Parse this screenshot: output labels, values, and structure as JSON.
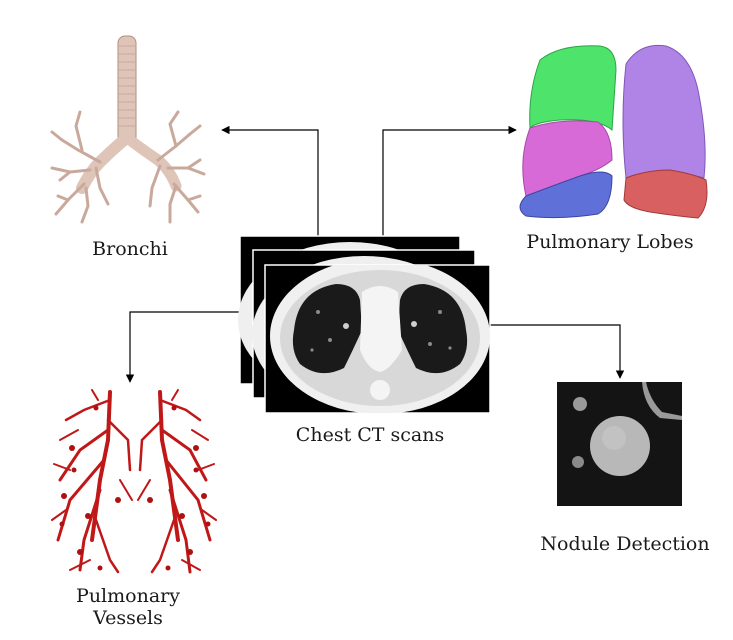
{
  "labels": {
    "bronchi": "Bronchi",
    "pulmonary_lobes": "Pulmonary Lobes",
    "chest_ct": "Chest CT scans",
    "nodule_detection": "Nodule Detection",
    "pulmonary_vessels_line1": "Pulmonary",
    "pulmonary_vessels_line2": "Vessels"
  },
  "colors": {
    "bronchi": "#dfc4b8",
    "bronchi_dark": "#b08f82",
    "lobe_green": "#4ee36a",
    "lobe_purple": "#b084e6",
    "lobe_magenta": "#d86ad8",
    "lobe_blue": "#5f70d8",
    "lobe_red": "#d86060",
    "vessels": "#c01818",
    "arrow": "#000000"
  }
}
